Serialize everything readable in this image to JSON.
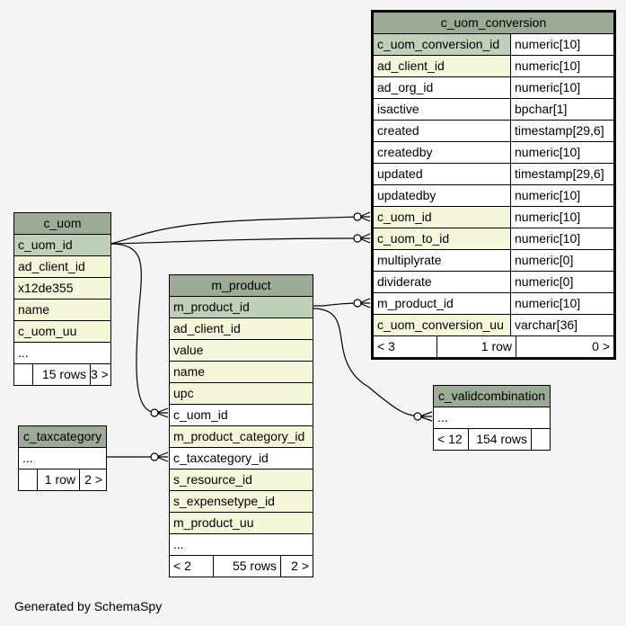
{
  "tables": {
    "c_uom_conversion": {
      "name": "c_uom_conversion",
      "columns": [
        {
          "name": "c_uom_conversion_id",
          "type": "numeric[10]",
          "kind": "pk"
        },
        {
          "name": "ad_client_id",
          "type": "numeric[10]",
          "kind": "fk"
        },
        {
          "name": "ad_org_id",
          "type": "numeric[10]",
          "kind": "plain"
        },
        {
          "name": "isactive",
          "type": "bpchar[1]",
          "kind": "plain"
        },
        {
          "name": "created",
          "type": "timestamp[29,6]",
          "kind": "plain"
        },
        {
          "name": "createdby",
          "type": "numeric[10]",
          "kind": "plain"
        },
        {
          "name": "updated",
          "type": "timestamp[29,6]",
          "kind": "plain"
        },
        {
          "name": "updatedby",
          "type": "numeric[10]",
          "kind": "plain"
        },
        {
          "name": "c_uom_id",
          "type": "numeric[10]",
          "kind": "fk"
        },
        {
          "name": "c_uom_to_id",
          "type": "numeric[10]",
          "kind": "fk"
        },
        {
          "name": "multiplyrate",
          "type": "numeric[0]",
          "kind": "plain"
        },
        {
          "name": "dividerate",
          "type": "numeric[0]",
          "kind": "plain"
        },
        {
          "name": "m_product_id",
          "type": "numeric[10]",
          "kind": "plain"
        },
        {
          "name": "c_uom_conversion_uu",
          "type": "varchar[36]",
          "kind": "fk"
        }
      ],
      "footer": {
        "left": "< 3",
        "mid": "1 row",
        "right": "0 >"
      }
    },
    "c_uom": {
      "name": "c_uom",
      "columns": [
        {
          "name": "c_uom_id",
          "kind": "pk"
        },
        {
          "name": "ad_client_id",
          "kind": "fk"
        },
        {
          "name": "x12de355",
          "kind": "fk"
        },
        {
          "name": "name",
          "kind": "fk"
        },
        {
          "name": "c_uom_uu",
          "kind": "fk"
        },
        {
          "name": "...",
          "kind": "plain"
        }
      ],
      "footer": {
        "left": "",
        "mid": "15 rows",
        "right": "3 >"
      }
    },
    "m_product": {
      "name": "m_product",
      "columns": [
        {
          "name": "m_product_id",
          "kind": "pk"
        },
        {
          "name": "ad_client_id",
          "kind": "fk"
        },
        {
          "name": "value",
          "kind": "fk"
        },
        {
          "name": "name",
          "kind": "fk"
        },
        {
          "name": "upc",
          "kind": "fk"
        },
        {
          "name": "c_uom_id",
          "kind": "plain"
        },
        {
          "name": "m_product_category_id",
          "kind": "fk"
        },
        {
          "name": "c_taxcategory_id",
          "kind": "plain"
        },
        {
          "name": "s_resource_id",
          "kind": "fk"
        },
        {
          "name": "s_expensetype_id",
          "kind": "fk"
        },
        {
          "name": "m_product_uu",
          "kind": "fk"
        },
        {
          "name": "...",
          "kind": "plain"
        }
      ],
      "footer": {
        "left": "< 2",
        "mid": "55 rows",
        "right": "2 >"
      }
    },
    "c_taxcategory": {
      "name": "c_taxcategory",
      "columns": [
        {
          "name": "...",
          "kind": "plain"
        }
      ],
      "footer": {
        "left": "",
        "mid": "1 row",
        "right": "2 >"
      }
    },
    "c_validcombination": {
      "name": "c_validcombination",
      "columns": [
        {
          "name": "...",
          "kind": "plain"
        }
      ],
      "footer": {
        "left": "< 12",
        "mid": "154 rows",
        "right": ""
      }
    }
  },
  "generated_by": "Generated by SchemaSpy"
}
